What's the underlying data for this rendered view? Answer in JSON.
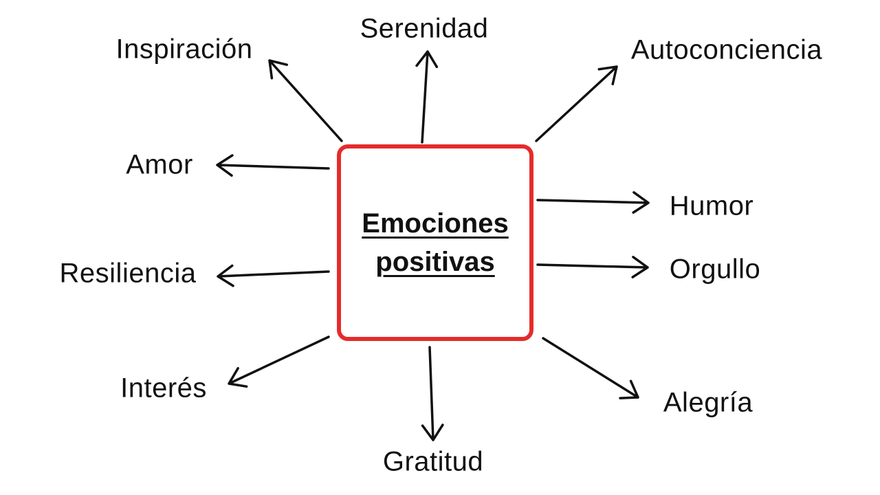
{
  "center": {
    "line1": "Emociones",
    "line2": "positivas",
    "border_color": "#e52b2b"
  },
  "emotions": [
    "Serenidad",
    "Inspiración",
    "Autoconciencia",
    "Amor",
    "Humor",
    "Resiliencia",
    "Orgullo",
    "Interés",
    "Gratitud",
    "Alegría"
  ]
}
